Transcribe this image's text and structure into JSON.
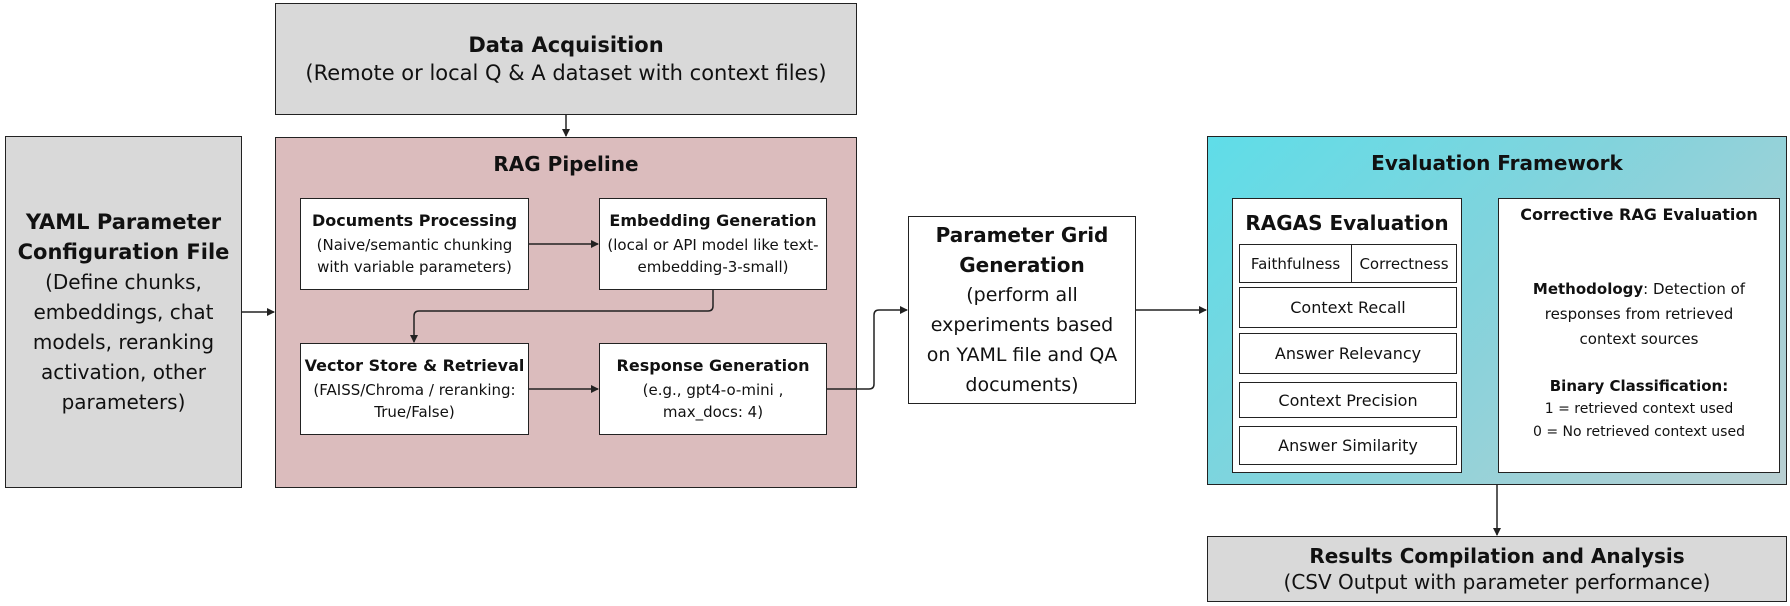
{
  "data_acquisition": {
    "title": "Data Acquisition",
    "subtitle": "(Remote or local Q & A dataset with context files)"
  },
  "yaml_config": {
    "title_line1": "YAML Parameter",
    "title_line2": "Configuration File",
    "desc_lines": [
      "(Define chunks,",
      "embeddings, chat",
      "models, reranking",
      "activation, other",
      "parameters)"
    ]
  },
  "rag_pipeline": {
    "title": "RAG Pipeline",
    "documents_processing": {
      "title": "Documents Processing",
      "desc_lines": [
        "(Naive/semantic chunking",
        "with variable parameters)"
      ]
    },
    "embedding_generation": {
      "title": "Embedding Generation",
      "desc_lines": [
        "(local or API model like text-",
        "embedding-3-small)"
      ]
    },
    "vector_store": {
      "title": "Vector Store & Retrieval",
      "desc_lines": [
        "(FAISS/Chroma / reranking:",
        "True/False)"
      ]
    },
    "response_generation": {
      "title": "Response Generation",
      "desc_lines": [
        "(e.g., gpt4-o-mini ,",
        "max_docs: 4)"
      ]
    }
  },
  "parameter_grid": {
    "title_line1": "Parameter Grid",
    "title_line2": "Generation",
    "desc_lines": [
      "(perform all",
      "experiments based",
      "on YAML file and QA",
      "documents)"
    ]
  },
  "evaluation_framework": {
    "title": "Evaluation Framework",
    "ragas": {
      "title": "RAGAS Evaluation",
      "metrics": {
        "faithfulness": "Faithfulness",
        "correctness": "Correctness",
        "context_recall": "Context Recall",
        "answer_relevancy": "Answer Relevancy",
        "context_precision": "Context Precision",
        "answer_similarity": "Answer Similarity"
      }
    },
    "corrective": {
      "title": "Corrective RAG Evaluation",
      "methodology_label": "Methodology",
      "methodology_text": ": Detection of",
      "methodology_lines": [
        "responses from retrieved",
        "context sources"
      ],
      "binary_title": "Binary Classification:",
      "binary_lines": [
        "1 = retrieved context used",
        "0 = No retrieved context used"
      ]
    }
  },
  "results": {
    "title": "Results Compilation and Analysis",
    "subtitle": "(CSV Output with parameter performance)"
  }
}
